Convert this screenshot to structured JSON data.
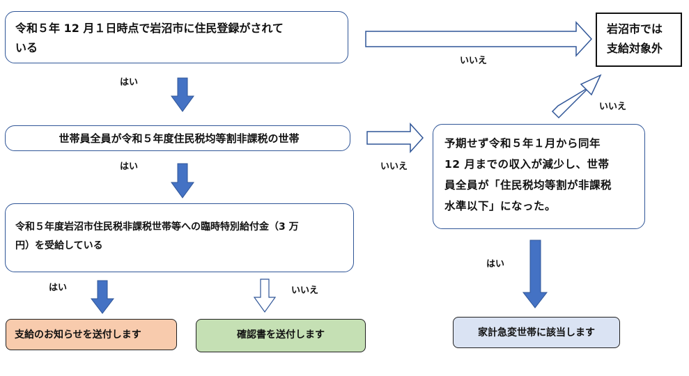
{
  "questions": {
    "q1": {
      "line1": "令和５年 12 月１日時点で岩沼市に住民登録がされて",
      "line2": "いる"
    },
    "q2": {
      "text": "世帯員全員が令和５年度住民税均等割非課税の世帯"
    },
    "q3": {
      "line1": "令和５年度岩沼市住民税非課税世帯等への臨時特別給付金（3 万",
      "line2": "円）を受給している"
    },
    "q4": {
      "line1": "予期せず令和５年１月から同年",
      "line2": "12 月までの収入が減少し、世帯",
      "line3": "員全員が「住民税均等割が非課税",
      "line4": "水準以下」になった。"
    }
  },
  "exclusion": {
    "line1": "岩沼市では",
    "line2": "支給対象外"
  },
  "outcomes": {
    "notice": "支給のお知らせを送付します",
    "confirmation": "確認書を送付します",
    "household_change": "家計急変世帯に該当します"
  },
  "labels": {
    "yes_q1": "はい",
    "no_q1": "いいえ",
    "yes_q2": "はい",
    "no_q2": "いいえ",
    "yes_q3": "はい",
    "no_q3": "いいえ",
    "yes_q4": "はい",
    "no_q4": "いいえ"
  },
  "colors": {
    "box_border": "#2f5597",
    "arrow_fill": "#4472c4",
    "notice_bg": "#f8cbad",
    "confirmation_bg": "#c5e0b4",
    "household_bg": "#dae3f3"
  }
}
